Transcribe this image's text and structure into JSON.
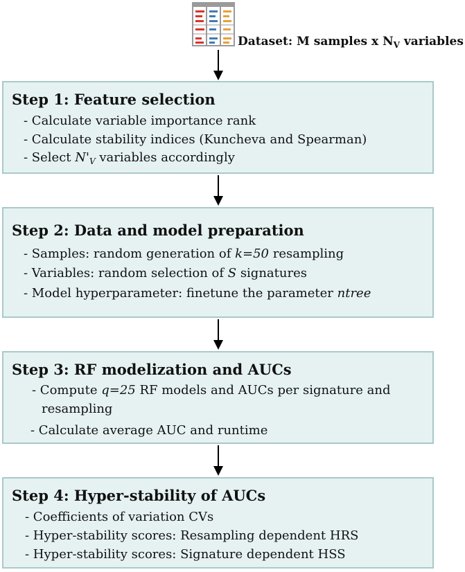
{
  "dataset": {
    "icon": "data-table-icon",
    "label_prefix": "Dataset: M samples x N",
    "label_subscript": "V",
    "label_suffix": " variables"
  },
  "steps": [
    {
      "title": "Step 1: Feature selection",
      "items": [
        {
          "prefix": "- Calculate variable importance rank"
        },
        {
          "prefix": "- Calculate stability indices (Kuncheva and Spearman)"
        },
        {
          "prefix": "- Select ",
          "math": "N'",
          "math_sub": "V",
          "suffix": " variables accordingly"
        }
      ]
    },
    {
      "title": "Step 2: Data and model preparation",
      "items": [
        {
          "prefix": "- Samples: random generation of ",
          "math": "k=50",
          "suffix": " resampling"
        },
        {
          "prefix": "- Variables: random selection of ",
          "math": "S",
          "suffix": " signatures"
        },
        {
          "prefix": "- Model hyperparameter: finetune the parameter ",
          "math": "ntree"
        }
      ]
    },
    {
      "title": "Step 3: RF modelization and AUCs",
      "items": [
        {
          "prefix": "- Compute ",
          "math": "q=25",
          "suffix": " RF models and AUCs per signature and"
        },
        {
          "prefix": "resampling"
        },
        {
          "prefix": "- Calculate average AUC and runtime"
        }
      ]
    },
    {
      "title": "Step 4: Hyper-stability of AUCs",
      "items": [
        {
          "prefix": "- Coefficients of variation CVs"
        },
        {
          "prefix": "- Hyper-stability scores: Resampling dependent HRS"
        },
        {
          "prefix": "- Hyper-stability scores: Signature dependent HSS"
        }
      ]
    }
  ],
  "colors": {
    "box_fill": "#e6f2f2",
    "box_border": "#a9c9c9",
    "icon_red": "#d9342b",
    "icon_blue": "#3f7bb8",
    "icon_orange": "#e6a13a",
    "icon_grid": "#9a9a9a"
  }
}
